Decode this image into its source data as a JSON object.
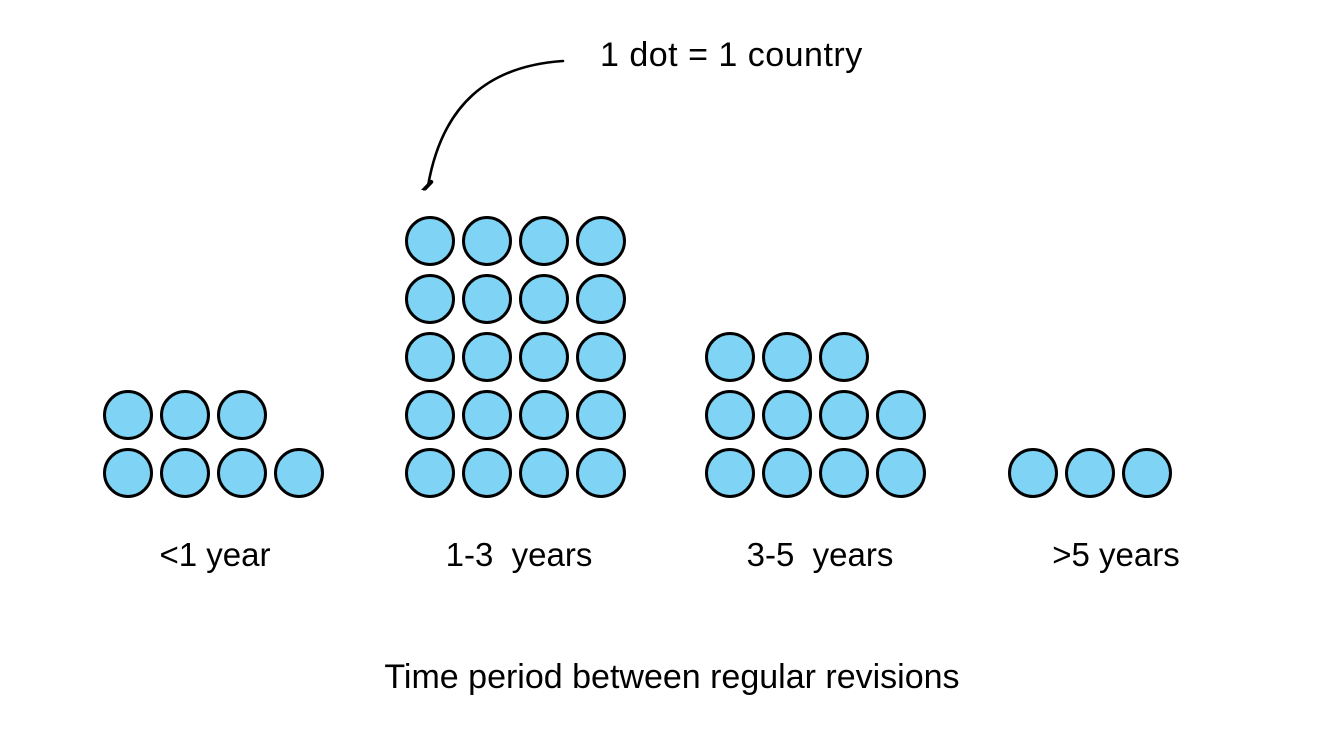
{
  "legend": {
    "label": "1 dot = 1 country"
  },
  "title": "Time period between regular revisions",
  "colors": {
    "dot_fill": "#7FD4F5",
    "dot_border": "#000000"
  },
  "chart_data": {
    "type": "dot-plot",
    "title": "Time period between regular revisions",
    "unit_note": "1 dot = 1 country",
    "categories": [
      "<1 year",
      "1-3  years",
      "3-5  years",
      ">5 years"
    ],
    "values": [
      7,
      20,
      11,
      3
    ],
    "rows_top_to_bottom": [
      [
        3,
        4
      ],
      [
        4,
        4,
        4,
        4,
        4
      ],
      [
        3,
        4,
        4
      ],
      [
        3
      ]
    ],
    "xlabel": "Time period between regular revisions",
    "ylabel": "",
    "legend_position": "top-center",
    "grid": false
  }
}
